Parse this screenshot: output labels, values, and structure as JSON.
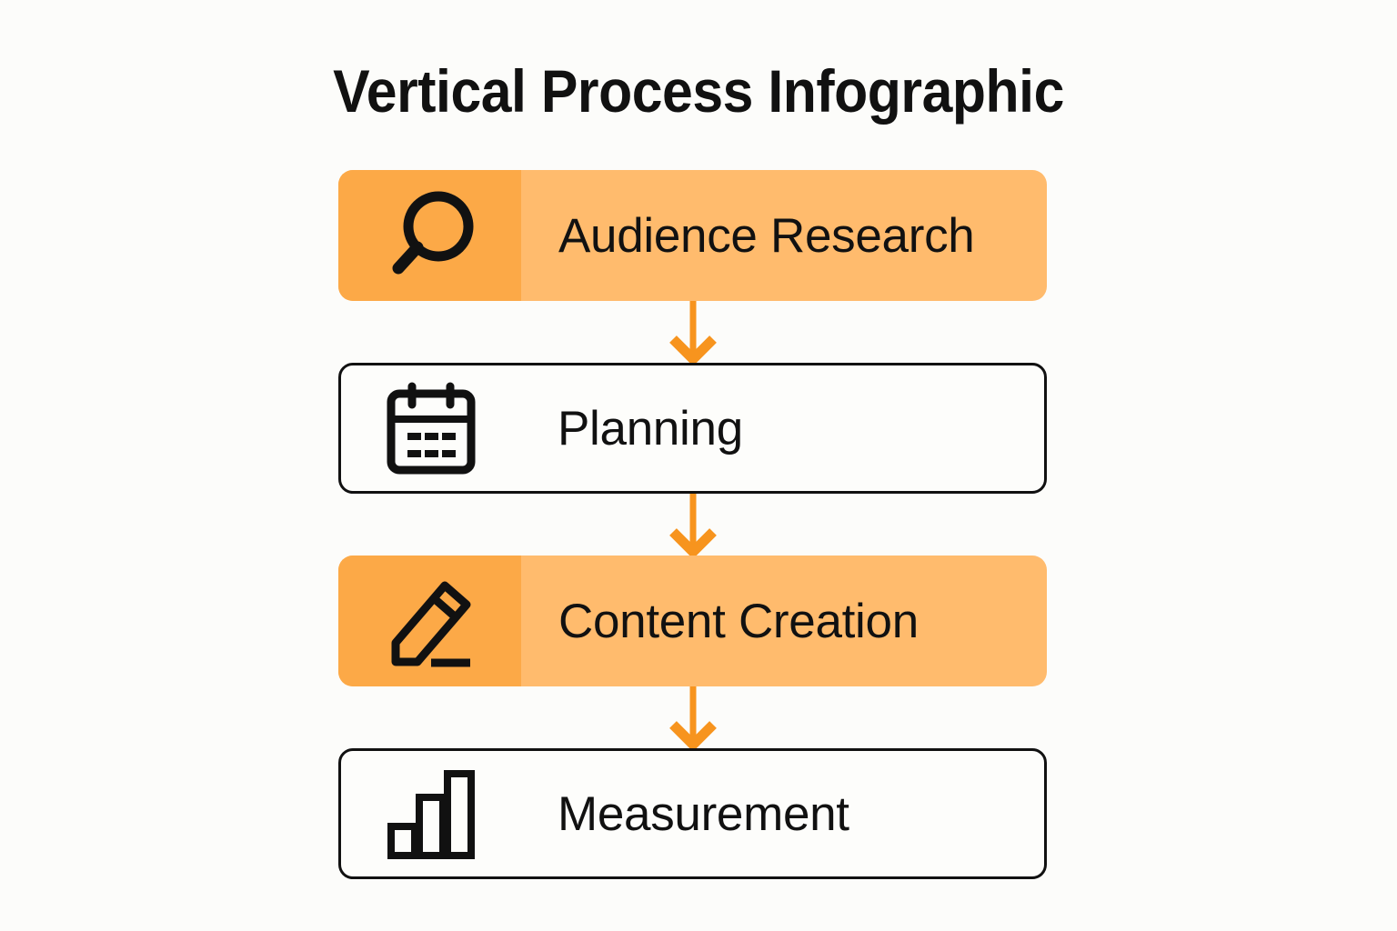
{
  "page": {
    "background_color": "#fcfcfa",
    "title": "Vertical Process Infographic"
  },
  "theme": {
    "accent_orange": "#f7941e",
    "card_fill_light": "#ffbb6d",
    "card_fill_dark": "#fca947",
    "outline_color": "#111111",
    "text_color": "#111111",
    "card_white": "#fdfdfb"
  },
  "flow": {
    "orientation": "vertical",
    "connector_icon": "arrow-down-icon",
    "steps": [
      {
        "index": 1,
        "label": "Audience Research",
        "icon": "magnifier-icon",
        "style": "filled"
      },
      {
        "index": 2,
        "label": "Planning",
        "icon": "calendar-icon",
        "style": "outlined"
      },
      {
        "index": 3,
        "label": "Content Creation",
        "icon": "pencil-icon",
        "style": "filled"
      },
      {
        "index": 4,
        "label": "Measurement",
        "icon": "bar-chart-icon",
        "style": "outlined"
      }
    ]
  }
}
